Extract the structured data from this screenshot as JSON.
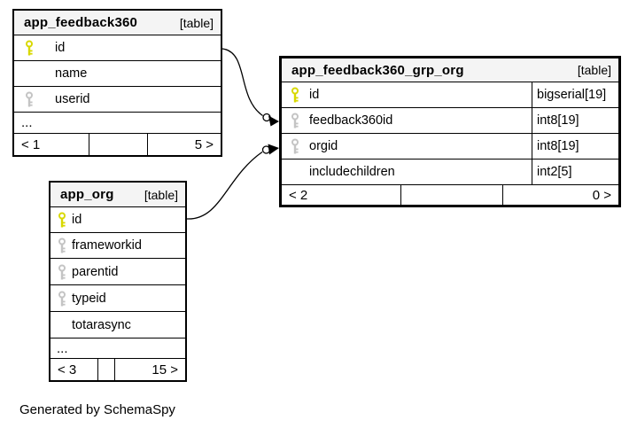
{
  "note": {
    "text": "Generated by SchemaSpy"
  },
  "colors": {
    "primary_key": "#d8d800",
    "foreign_key": "#c4c4c4",
    "header_bg": "#f4f4f4",
    "border": "#000000"
  },
  "tables": [
    {
      "name": "app_feedback360",
      "tag": "[table]",
      "rows": [
        {
          "name": "id",
          "key": "primary"
        },
        {
          "name": "name",
          "key": "none"
        },
        {
          "name": "userid",
          "key": "foreign"
        }
      ],
      "ellipsis": "...",
      "footer": {
        "left": "< 1",
        "middle": "",
        "right": "5 >"
      }
    },
    {
      "name": "app_feedback360_grp_org",
      "tag": "[table]",
      "rows": [
        {
          "name": "id",
          "type": "bigserial[19]",
          "key": "primary"
        },
        {
          "name": "feedback360id",
          "type": "int8[19]",
          "key": "foreign"
        },
        {
          "name": "orgid",
          "type": "int8[19]",
          "key": "foreign"
        },
        {
          "name": "includechildren",
          "type": "int2[5]",
          "key": "none"
        }
      ],
      "footer": {
        "left": "< 2",
        "middle": "",
        "right": "0 >"
      }
    },
    {
      "name": "app_org",
      "tag": "[table]",
      "rows": [
        {
          "name": "id",
          "key": "primary"
        },
        {
          "name": "frameworkid",
          "key": "foreign"
        },
        {
          "name": "parentid",
          "key": "foreign"
        },
        {
          "name": "typeid",
          "key": "foreign"
        },
        {
          "name": "totarasync",
          "key": "none"
        }
      ],
      "ellipsis": "...",
      "footer": {
        "left": "< 3",
        "middle": "",
        "right": "15 >"
      }
    }
  ],
  "relationships": [
    {
      "from": "app_feedback360.id",
      "to": "app_feedback360_grp_org.feedback360id"
    },
    {
      "from": "app_org.id",
      "to": "app_feedback360_grp_org.orgid"
    }
  ]
}
